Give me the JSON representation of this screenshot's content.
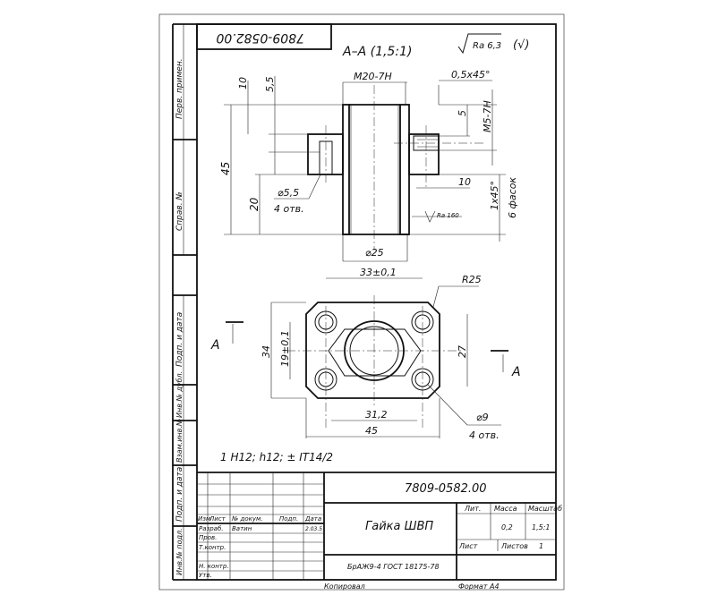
{
  "drawing": {
    "number": "7809-0582.00",
    "number_rotated": "7809-0582.00",
    "section_title": "А–А (1,5:1)",
    "roughness_mark": "Ra 6,3",
    "roughness_check": "(√)",
    "tolerance_note": "1 Н12; h12; ± IT14/2",
    "section_marker": "А"
  },
  "dimensions": {
    "m20": "M20-7H",
    "chamfer": "0,5x45°",
    "d10_top": "10",
    "d55": "5,5",
    "d45": "45",
    "d20": "20",
    "d5_5_holes": "⌀5,5",
    "holes_4": "4 отв.",
    "d25": "⌀25",
    "d10_bottom": "10",
    "d5": "5",
    "m5": "M5-7H",
    "chamfer2": "1x45°",
    "chamfers6": "6 фасок",
    "ra160": "Ra 160",
    "w33": "33±0,1",
    "r25": "R25",
    "h34": "34",
    "h19": "19±0,1",
    "h27": "27",
    "w31": "31,2",
    "w45": "45",
    "d9": "⌀9",
    "holes_4b": "4 отв."
  },
  "title_block": {
    "number": "7809-0582.00",
    "part_name": "Гайка ШВП",
    "material": "БрАЖ9-4 ГОСТ 18175-78",
    "lit_label": "Лит.",
    "mass_label": "Масса",
    "scale_label": "Масштаб",
    "mass": "0,2",
    "scale": "1,5:1",
    "sheet_label": "Лист",
    "sheets_label": "Листов",
    "sheets": "1",
    "col_izm": "Изм",
    "col_list": "Лист",
    "col_doc": "№ докум.",
    "col_sign": "Подп.",
    "col_date": "Дата",
    "row_razrab": "Разраб.",
    "razrab_name": "Ватин",
    "razrab_date": "2.03.5",
    "row_prov": "Пров.",
    "row_tkontr": "Т.контр.",
    "row_nkontr": "Н. контр.",
    "row_utv": "Утв.",
    "copied": "Копировал",
    "format": "Формат А4"
  },
  "side_columns": {
    "perv_primen": "Перв. примен.",
    "sprav_no": "Справ. №",
    "podp_data1": "Подп. и дата",
    "inv_dubl": "Инв.№ дубл.",
    "vzam_inv": "Взам.инв.№",
    "podp_data2": "Подп. и дата",
    "inv_podl": "Инв.№ подл."
  }
}
